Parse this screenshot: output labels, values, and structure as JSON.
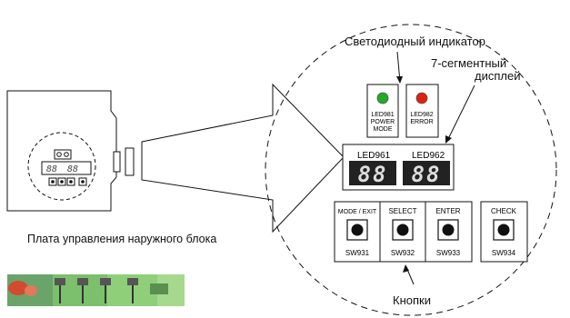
{
  "labels": {
    "led_indicator": "Светодиодный индикатор",
    "seg_display_line1": "7-сегментный",
    "seg_display_line2": "дисплей",
    "board": "Плата управления наружного блока",
    "buttons": "Кнопки"
  },
  "leds": [
    {
      "name": "LED981",
      "lines": [
        "LED981",
        "POWER",
        "MODE"
      ],
      "color": "#22aa22"
    },
    {
      "name": "LED982",
      "lines": [
        "LED982",
        "ERROR"
      ],
      "color": "#dd2211"
    }
  ],
  "displays": [
    {
      "label": "LED961",
      "digits": "88"
    },
    {
      "label": "LED962",
      "digits": "88"
    }
  ],
  "switches": [
    {
      "label": "MODE / EXIT",
      "code": "SW931"
    },
    {
      "label": "SELECT",
      "code": "SW932"
    },
    {
      "label": "ENTER",
      "code": "SW933"
    },
    {
      "label": "CHECK",
      "code": "SW934"
    }
  ],
  "mini_board": {
    "digits": [
      "88",
      "88"
    ]
  },
  "colors": {
    "line": "#111111",
    "display_bg": "#222222",
    "segment": "#dddddd"
  }
}
